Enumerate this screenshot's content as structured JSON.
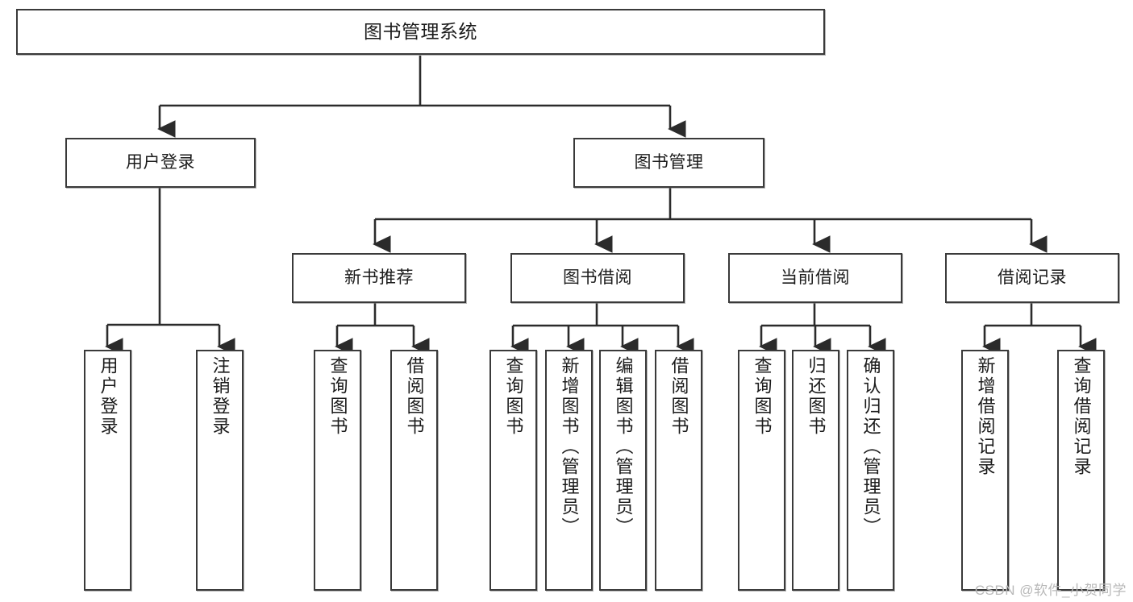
{
  "diagram": {
    "title": "图书管理系统",
    "type": "tree-hierarchy-chart",
    "root": {
      "label": "图书管理系统"
    },
    "level1": [
      {
        "label": "用户登录"
      },
      {
        "label": "图书管理"
      }
    ],
    "level2": [
      {
        "label": "新书推荐"
      },
      {
        "label": "图书借阅"
      },
      {
        "label": "当前借阅"
      },
      {
        "label": "借阅记录"
      }
    ],
    "leaves": {
      "user_login": [
        {
          "label": "用户登录"
        },
        {
          "label": "注销登录"
        }
      ],
      "new_book_recommend": [
        {
          "label": "查询图书"
        },
        {
          "label": "借阅图书"
        }
      ],
      "book_borrow": [
        {
          "label": "查询图书"
        },
        {
          "label": "新增图书（管理员）"
        },
        {
          "label": "编辑图书（管理员）"
        },
        {
          "label": "借阅图书"
        }
      ],
      "current_borrow": [
        {
          "label": "查询图书"
        },
        {
          "label": "归还图书"
        },
        {
          "label": "确认归还（管理员）"
        }
      ],
      "borrow_record": [
        {
          "label": "新增借阅记录"
        },
        {
          "label": "查询借阅记录"
        }
      ]
    }
  },
  "watermark": {
    "text": "CSDN @软件_小贺同学"
  },
  "colors": {
    "box_border": "#3a3a3a",
    "box_fill": "#ffffff",
    "line": "#2b2b2b",
    "text": "#1b1b1b",
    "watermark": "#b9b9b9"
  }
}
